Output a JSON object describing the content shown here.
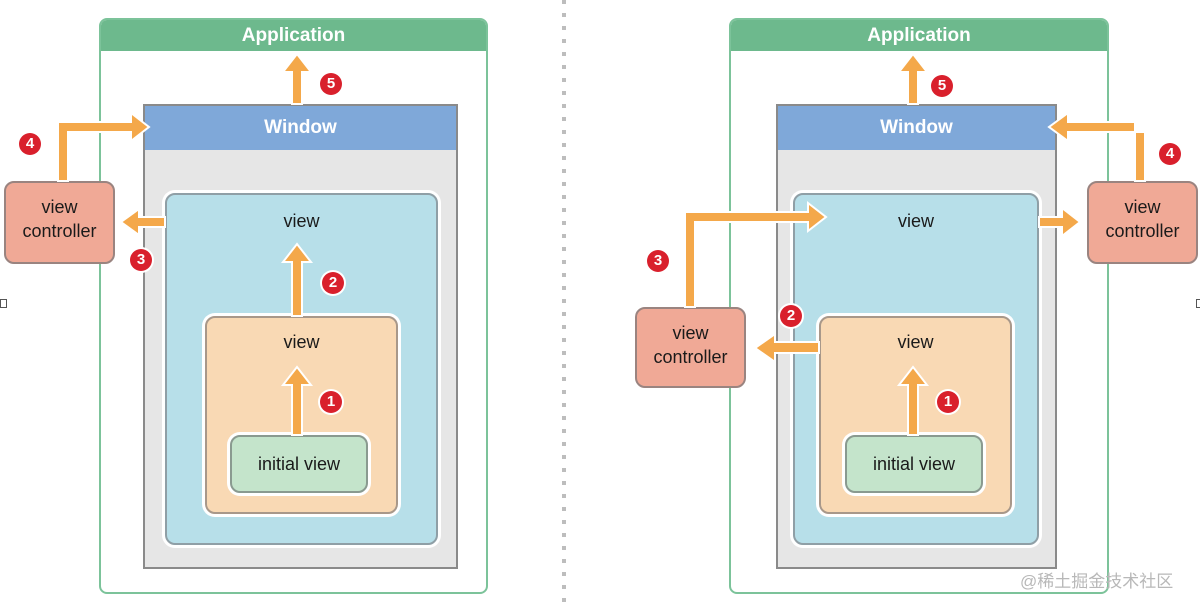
{
  "diagrams": [
    {
      "application_label": "Application",
      "window_label": "Window",
      "outer_view_label": "view",
      "middle_view_label": "view",
      "initial_view_label": "initial view",
      "view_controller_label": "view controller",
      "steps": [
        "1",
        "2",
        "3",
        "4",
        "5"
      ]
    },
    {
      "application_label": "Application",
      "window_label": "Window",
      "outer_view_label": "view",
      "middle_view_label": "view",
      "initial_view_label": "initial view",
      "view_controller_top_label": "view controller",
      "view_controller_bottom_label": "view controller",
      "steps": [
        "1",
        "2",
        "3",
        "4",
        "5"
      ]
    }
  ],
  "watermark": "@稀土掘金技术社区",
  "colors": {
    "application": "#6db98d",
    "window": "#7fa8d9",
    "outer_view": "#b7dfe9",
    "middle_view": "#f9d9b4",
    "initial_view": "#c4e4cb",
    "view_controller": "#f0a996",
    "arrow": "#f4a84a",
    "step_badge": "#d9202c"
  }
}
